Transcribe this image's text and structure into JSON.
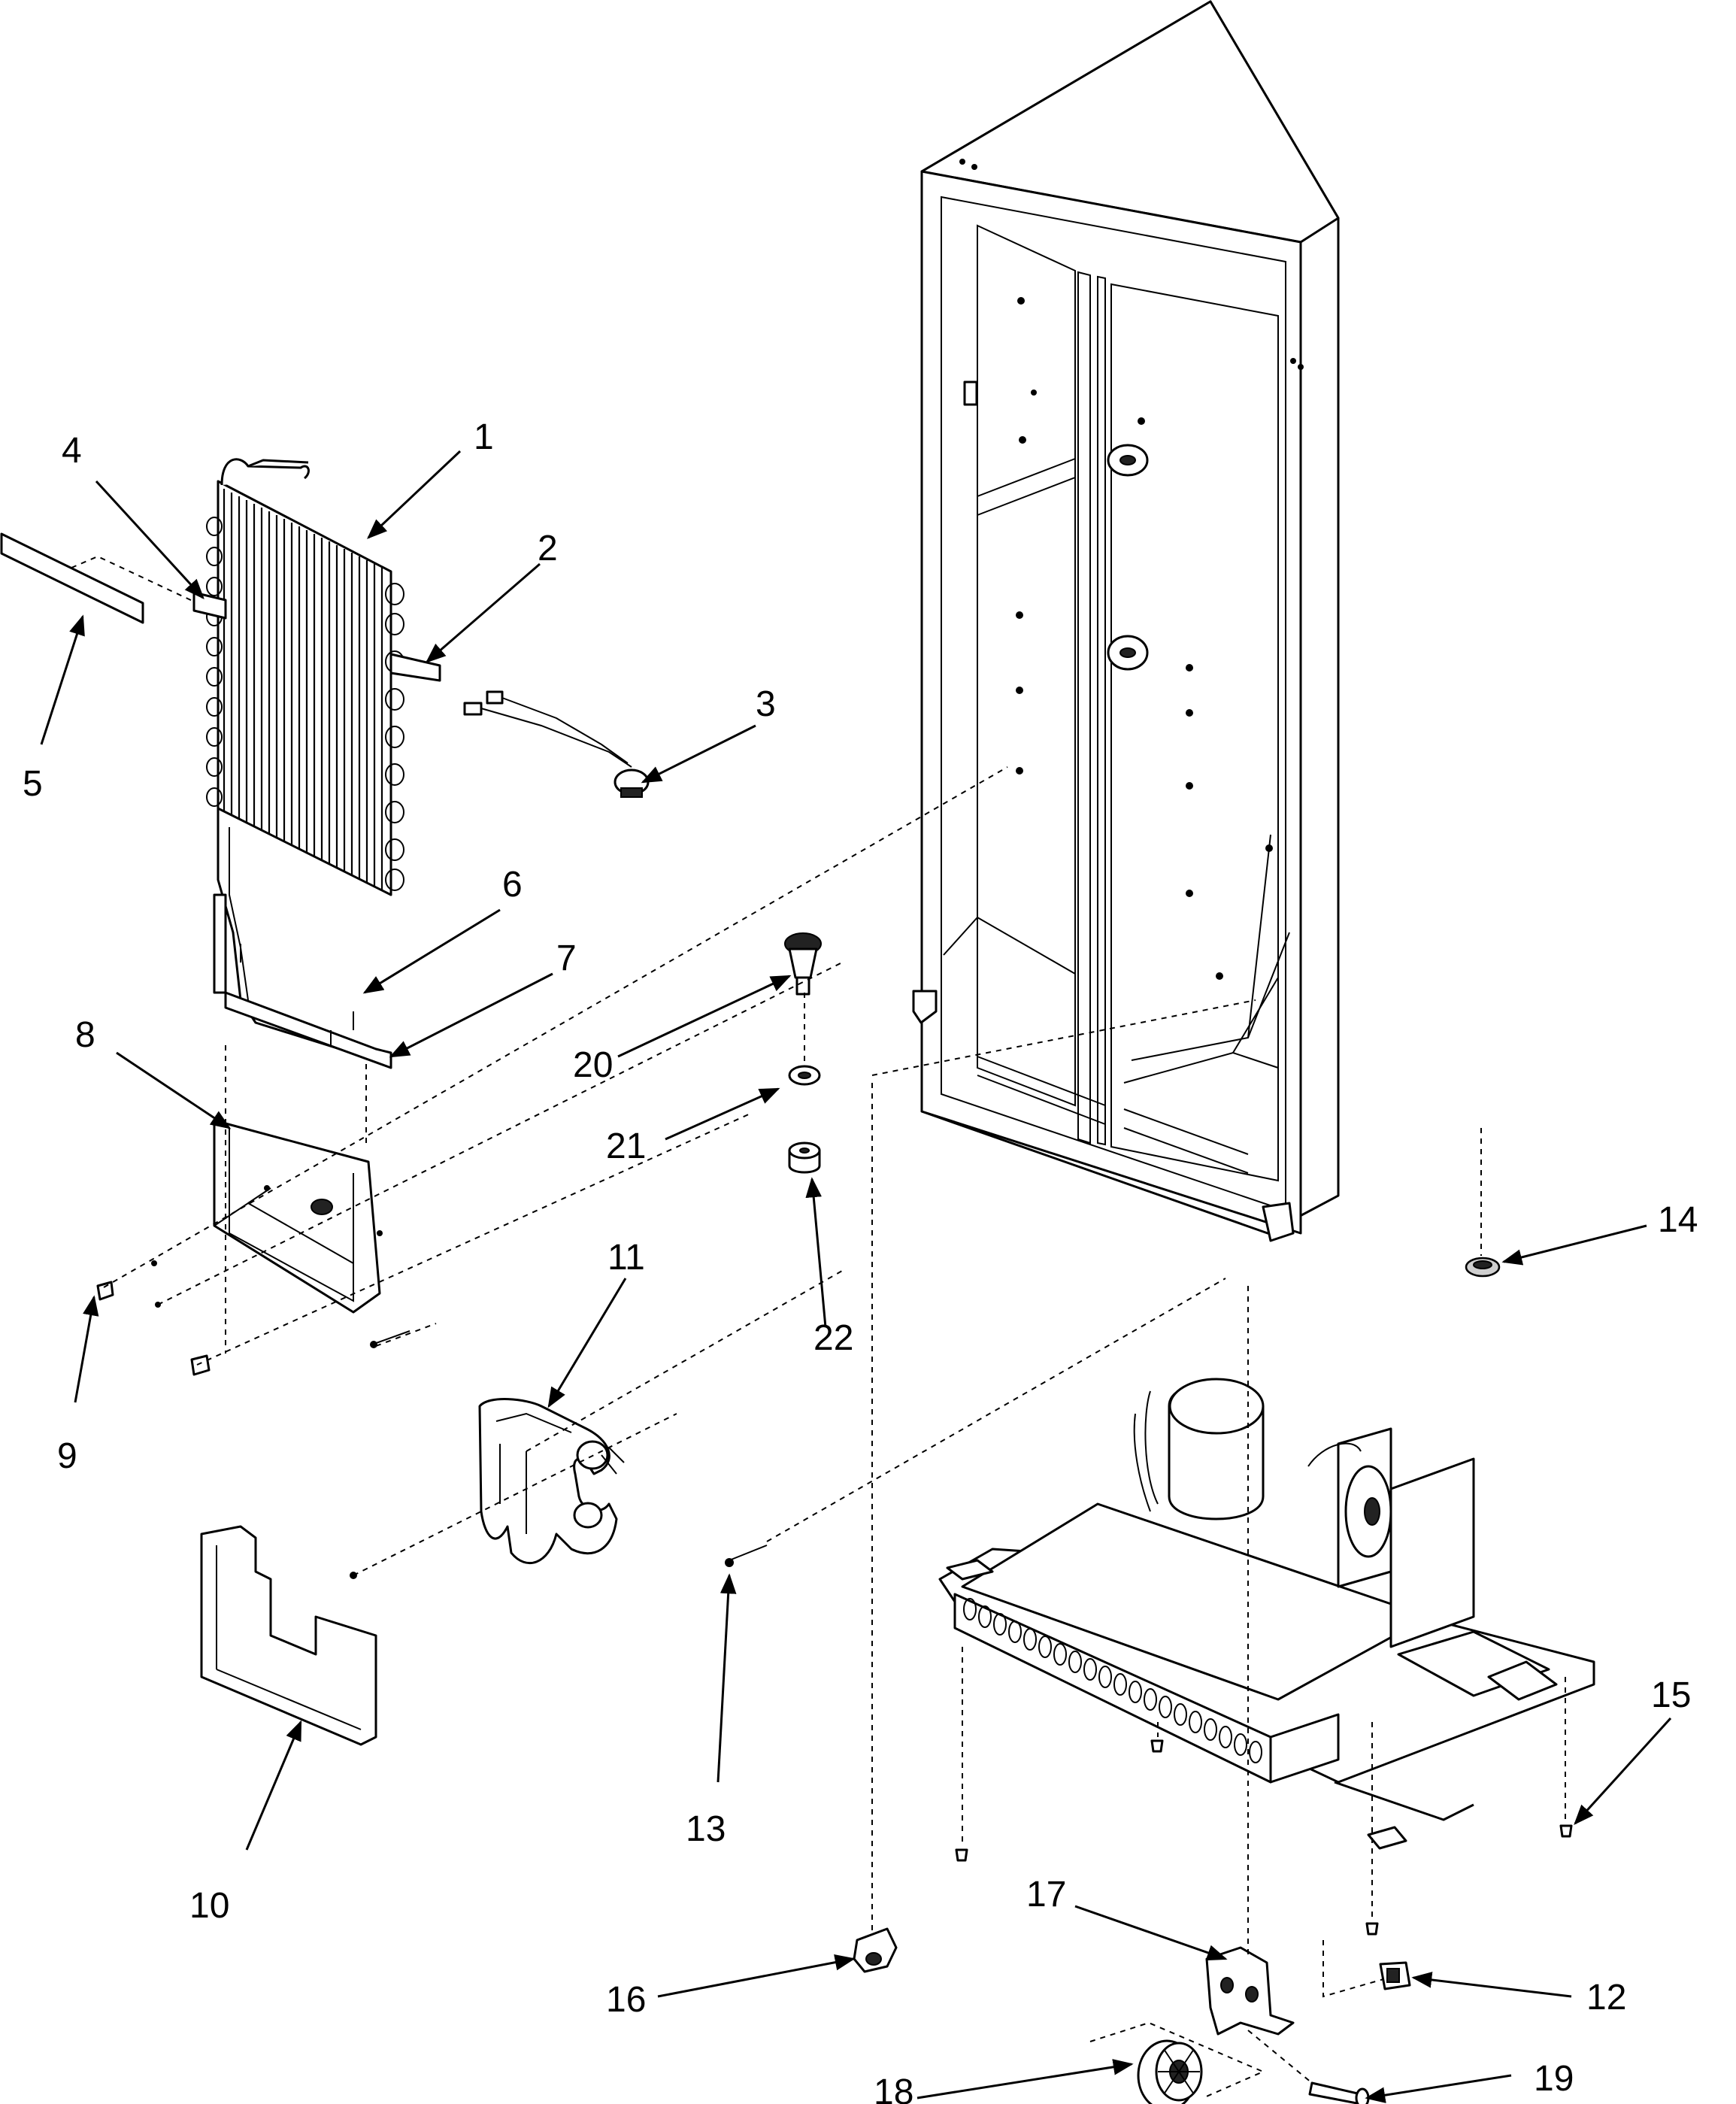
{
  "diagram": {
    "kind": "exploded-parts-diagram",
    "callouts": [
      {
        "id": "1",
        "label": "1"
      },
      {
        "id": "2",
        "label": "2"
      },
      {
        "id": "3",
        "label": "3"
      },
      {
        "id": "4",
        "label": "4"
      },
      {
        "id": "5",
        "label": "5"
      },
      {
        "id": "6",
        "label": "6"
      },
      {
        "id": "7",
        "label": "7"
      },
      {
        "id": "8",
        "label": "8"
      },
      {
        "id": "9",
        "label": "9"
      },
      {
        "id": "10",
        "label": "10"
      },
      {
        "id": "11",
        "label": "11"
      },
      {
        "id": "12",
        "label": "12"
      },
      {
        "id": "13",
        "label": "13"
      },
      {
        "id": "14",
        "label": "14"
      },
      {
        "id": "15",
        "label": "15"
      },
      {
        "id": "16",
        "label": "16"
      },
      {
        "id": "17",
        "label": "17"
      },
      {
        "id": "18",
        "label": "18"
      },
      {
        "id": "19",
        "label": "19"
      },
      {
        "id": "20",
        "label": "20"
      },
      {
        "id": "21",
        "label": "21"
      },
      {
        "id": "22",
        "label": "22"
      }
    ]
  }
}
